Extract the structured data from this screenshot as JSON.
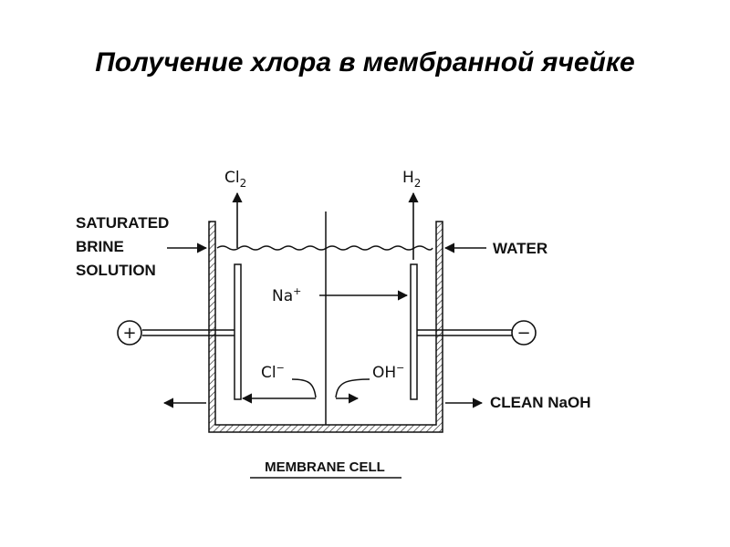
{
  "title": "Получение хлора в мембранной ячейке",
  "labels": {
    "saturated": "SATURATED",
    "brine": "BRINE",
    "solution": "SOLUTION",
    "water": "WATER",
    "clean_naoh": "CLEAN NaOH",
    "caption": "MEMBRANE CELL"
  },
  "species": {
    "cl2_base": "Cl",
    "cl2_sub": "2",
    "h2_base": "H",
    "h2_sub": "2",
    "na_base": "Na",
    "na_sup": "+",
    "cl_base": "Cl",
    "cl_sup": "−",
    "oh_base": "OH",
    "oh_sup": "−"
  },
  "terminals": {
    "positive": "+",
    "negative": "−"
  }
}
